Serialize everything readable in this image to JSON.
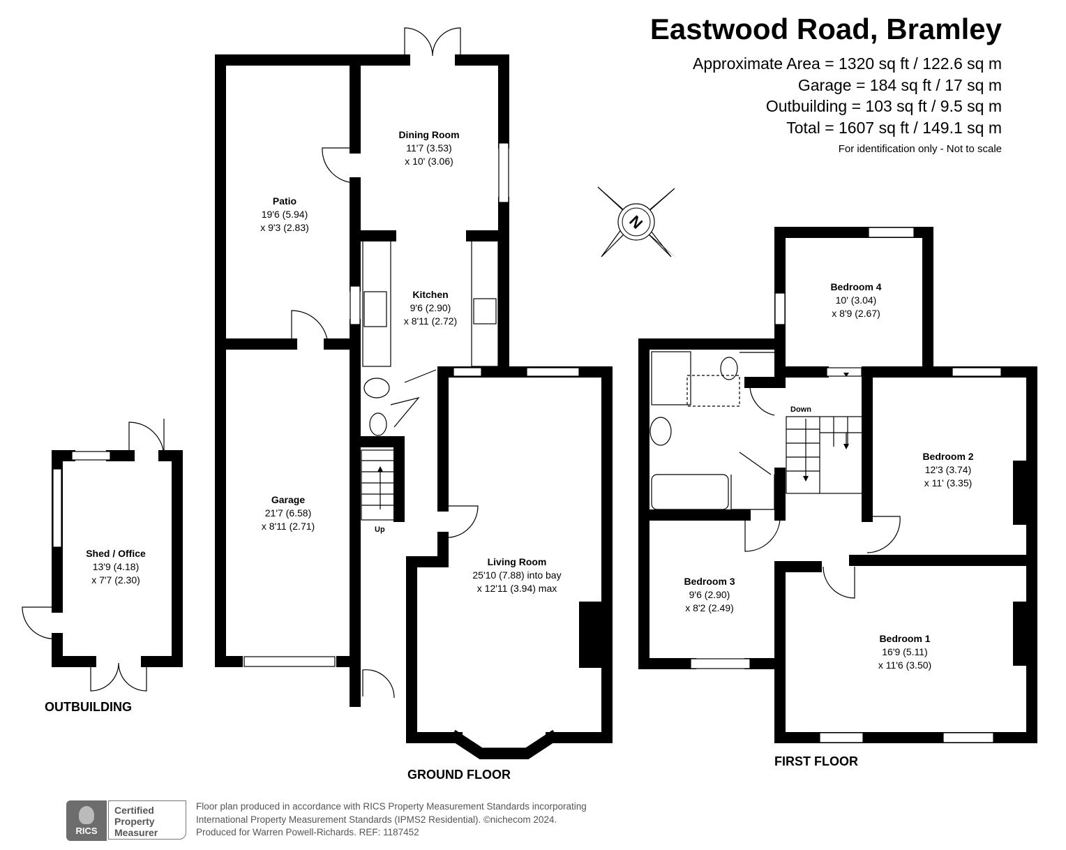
{
  "title": "Eastwood Road, Bramley",
  "areas": [
    "Approximate Area = 1320 sq ft / 122.6 sq m",
    "Garage = 184 sq ft / 17 sq m",
    "Outbuilding = 103 sq ft / 9.5 sq m",
    "Total = 1607 sq ft / 149.1 sq m"
  ],
  "note": "For identification only - Not to scale",
  "compass": {
    "label": "N"
  },
  "floors": {
    "ground": "GROUND FLOOR",
    "first": "FIRST FLOOR",
    "outbuilding": "OUTBUILDING"
  },
  "rooms": {
    "patio": {
      "name": "Patio",
      "dim1": "19'6 (5.94)",
      "dim2": "x 9'3 (2.83)"
    },
    "dining": {
      "name": "Dining Room",
      "dim1": "11'7 (3.53)",
      "dim2": "x 10' (3.06)"
    },
    "kitchen": {
      "name": "Kitchen",
      "dim1": "9'6 (2.90)",
      "dim2": "x 8'11 (2.72)"
    },
    "garage": {
      "name": "Garage",
      "dim1": "21'7 (6.58)",
      "dim2": "x 8'11 (2.71)"
    },
    "living": {
      "name": "Living Room",
      "dim1": "25'10 (7.88) into bay",
      "dim2": "x 12'11 (3.94) max"
    },
    "shed": {
      "name": "Shed / Office",
      "dim1": "13'9 (4.18)",
      "dim2": "x 7'7 (2.30)"
    },
    "bed4": {
      "name": "Bedroom 4",
      "dim1": "10' (3.04)",
      "dim2": "x 8'9 (2.67)"
    },
    "bed2": {
      "name": "Bedroom 2",
      "dim1": "12'3 (3.74)",
      "dim2": "x 11' (3.35)"
    },
    "bed3": {
      "name": "Bedroom 3",
      "dim1": "9'6 (2.90)",
      "dim2": "x 8'2 (2.49)"
    },
    "bed1": {
      "name": "Bedroom 1",
      "dim1": "16'9 (5.11)",
      "dim2": "x 11'6 (3.50)"
    }
  },
  "stairs": {
    "up": "Up",
    "down": "Down"
  },
  "footer": {
    "rics": "RICS",
    "badge": [
      "Certified",
      "Property",
      "Measurer"
    ],
    "lines": [
      "Floor plan produced in accordance with RICS Property Measurement Standards incorporating",
      "International Property Measurement Standards (IPMS2 Residential).   ©nichecom 2024.",
      "Produced for Warren Powell-Richards.   REF:  1187452"
    ]
  }
}
